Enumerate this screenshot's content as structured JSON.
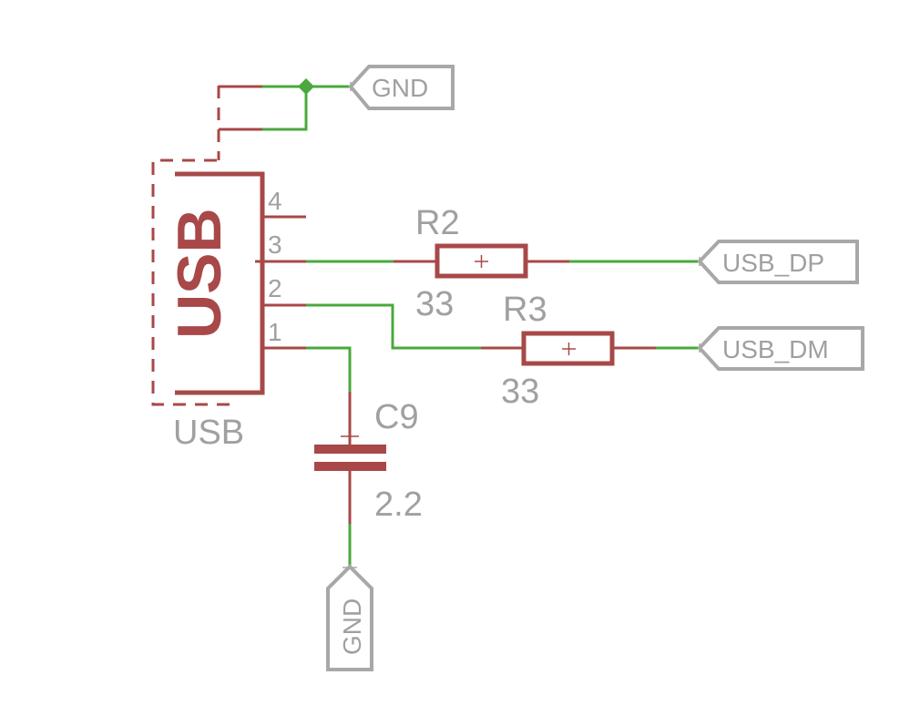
{
  "diagram": {
    "type": "schematic",
    "colors": {
      "component": "#a84848",
      "net_wire": "#4aa83c",
      "label_text": "#a0a0a0",
      "net_label_frame": "#a8a8a8"
    },
    "connector": {
      "name": "USB",
      "symbol_text": "USB",
      "pins": [
        {
          "number": "4"
        },
        {
          "number": "3"
        },
        {
          "number": "2"
        },
        {
          "number": "1"
        }
      ]
    },
    "components": {
      "r2": {
        "name": "R2",
        "value": "33"
      },
      "r3": {
        "name": "R3",
        "value": "33"
      },
      "c9": {
        "name": "C9",
        "value": "2.2"
      }
    },
    "net_labels": {
      "gnd_top": "GND",
      "usb_dp": "USB_DP",
      "usb_dm": "USB_DM",
      "gnd_bottom": "GND"
    }
  }
}
